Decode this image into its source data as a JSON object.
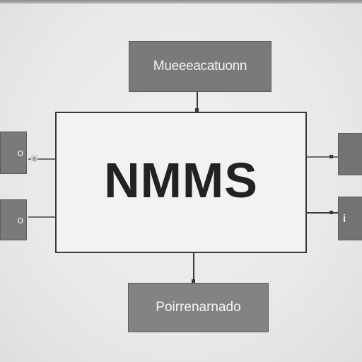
{
  "center": {
    "label": "NMMS"
  },
  "nodes": {
    "top": "Mueeeacatuonn",
    "bottom": "Poirrenarnado",
    "left_1": "o",
    "left_2": "o",
    "right_1": "",
    "right_2": "i"
  },
  "connector_labels": {
    "left_1": "a",
    "right_1": "—"
  }
}
